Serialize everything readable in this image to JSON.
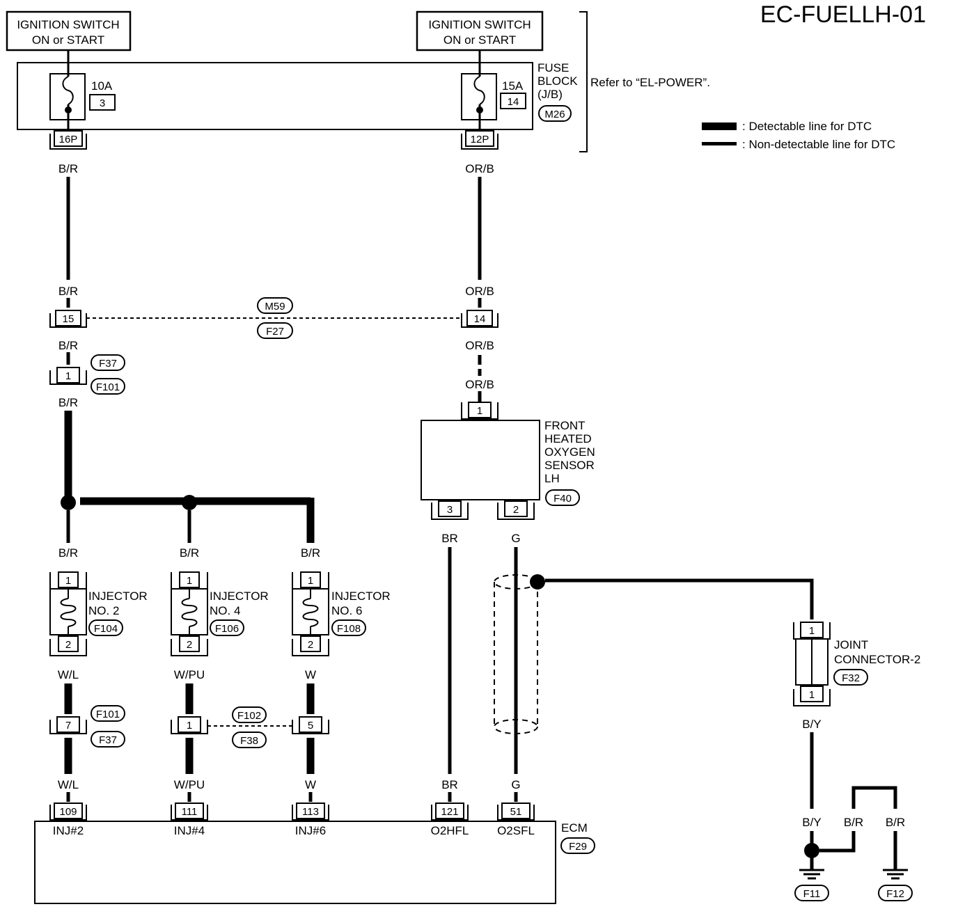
{
  "page_title": "EC-FUELLH-01",
  "legend": {
    "detectable": ": Detectable line for DTC",
    "non_detectable": ": Non-detectable line for DTC"
  },
  "ignition_left": {
    "line1": "IGNITION SWITCH",
    "line2": "ON or START"
  },
  "ignition_right": {
    "line1": "IGNITION SWITCH",
    "line2": "ON or START"
  },
  "fuse_block": {
    "line1": "FUSE",
    "line2": "BLOCK",
    "line3": "(J/B)",
    "connector": "M26",
    "refer": "Refer to “EL-POWER”."
  },
  "fuse_left": {
    "amps": "10A",
    "number": "3",
    "connector": "16P"
  },
  "fuse_right": {
    "amps": "15A",
    "number": "14",
    "connector": "12P"
  },
  "wire_colors": {
    "br": "B/R",
    "orb": "OR/B",
    "wl": "W/L",
    "wpu": "W/PU",
    "w": "W",
    "brn": "BR",
    "g": "G",
    "by": "B/Y"
  },
  "connectors_mid": {
    "pin15": "15",
    "pin14": "14",
    "m59": "M59",
    "f27": "F27"
  },
  "connector_f37_top": {
    "pin": "1",
    "f37": "F37",
    "f101": "F101"
  },
  "o2_sensor": {
    "line1": "FRONT",
    "line2": "HEATED",
    "line3": "OXYGEN",
    "line4": "SENSOR",
    "line5": "LH",
    "connector": "F40",
    "pin1": "1",
    "pin3": "3",
    "pin2": "2"
  },
  "injectors": [
    {
      "line1": "INJECTOR",
      "line2": "NO. 2",
      "connector": "F104",
      "pin_top": "1",
      "pin_bottom": "2"
    },
    {
      "line1": "INJECTOR",
      "line2": "NO. 4",
      "connector": "F106",
      "pin_top": "1",
      "pin_bottom": "2"
    },
    {
      "line1": "INJECTOR",
      "line2": "NO. 6",
      "connector": "F108",
      "pin_top": "1",
      "pin_bottom": "2"
    }
  ],
  "connectors_lower": {
    "pin7": "7",
    "pin1": "1",
    "pin5": "5",
    "f101": "F101",
    "f37": "F37",
    "f102": "F102",
    "f38": "F38"
  },
  "joint_connector": {
    "line1": "JOINT",
    "line2": "CONNECTOR-2",
    "connector": "F32",
    "pin_top": "1",
    "pin_bottom": "1"
  },
  "ecm": {
    "label": "ECM",
    "connector": "F29",
    "pins": [
      {
        "pin": "109",
        "name": "INJ#2"
      },
      {
        "pin": "111",
        "name": "INJ#4"
      },
      {
        "pin": "113",
        "name": "INJ#6"
      },
      {
        "pin": "121",
        "name": "O2HFL"
      },
      {
        "pin": "51",
        "name": "O2SFL"
      }
    ]
  },
  "grounds": {
    "f11": "F11",
    "f12": "F12"
  }
}
